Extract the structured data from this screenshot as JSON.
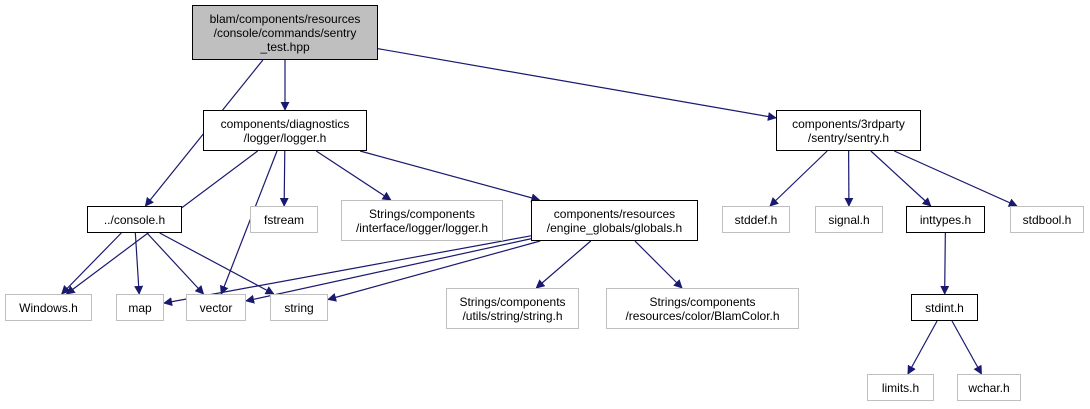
{
  "graph": {
    "edge_color": "#191970",
    "colors": {
      "root_fill": "#bfbfbf",
      "documented_border": "#000000",
      "undocumented_border": "#bfbfbf"
    },
    "nodes": {
      "root": {
        "label": "blam/components/resources\n/console/commands/sentry\n_test.hpp"
      },
      "logger": {
        "label": "components/diagnostics\n/logger/logger.h"
      },
      "sentry": {
        "label": "components/3rdparty\n/sentry/sentry.h"
      },
      "console": {
        "label": "../console.h"
      },
      "windows": {
        "label": "Windows.h"
      },
      "map": {
        "label": "map"
      },
      "vector": {
        "label": "vector"
      },
      "string": {
        "label": "string"
      },
      "fstream": {
        "label": "fstream"
      },
      "interface_logger": {
        "label": "Strings/components\n/interface/logger/logger.h"
      },
      "globals": {
        "label": "components/resources\n/engine_globals/globals.h"
      },
      "utils_string": {
        "label": "Strings/components\n/utils/string/string.h"
      },
      "blamcolor": {
        "label": "Strings/components\n/resources/color/BlamColor.h"
      },
      "stddef": {
        "label": "stddef.h"
      },
      "signal": {
        "label": "signal.h"
      },
      "inttypes": {
        "label": "inttypes.h"
      },
      "stdbool": {
        "label": "stdbool.h"
      },
      "stdint": {
        "label": "stdint.h"
      },
      "limits": {
        "label": "limits.h"
      },
      "wchar": {
        "label": "wchar.h"
      }
    },
    "edges": [
      [
        "root",
        "logger"
      ],
      [
        "root",
        "sentry"
      ],
      [
        "root",
        "console"
      ],
      [
        "logger",
        "windows"
      ],
      [
        "logger",
        "vector"
      ],
      [
        "logger",
        "fstream"
      ],
      [
        "logger",
        "interface_logger"
      ],
      [
        "logger",
        "globals"
      ],
      [
        "console",
        "windows"
      ],
      [
        "console",
        "map"
      ],
      [
        "console",
        "vector"
      ],
      [
        "console",
        "string"
      ],
      [
        "globals",
        "map"
      ],
      [
        "globals",
        "vector"
      ],
      [
        "globals",
        "string"
      ],
      [
        "globals",
        "utils_string"
      ],
      [
        "globals",
        "blamcolor"
      ],
      [
        "sentry",
        "stddef"
      ],
      [
        "sentry",
        "signal"
      ],
      [
        "sentry",
        "inttypes"
      ],
      [
        "sentry",
        "stdbool"
      ],
      [
        "inttypes",
        "stdint"
      ],
      [
        "stdint",
        "limits"
      ],
      [
        "stdint",
        "wchar"
      ]
    ]
  }
}
